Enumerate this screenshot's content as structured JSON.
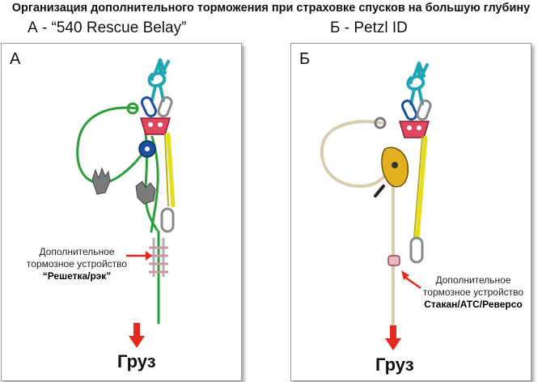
{
  "title": "Организация дополнительного торможения при страховке спусков на большую глубину",
  "left": {
    "subtitle": "А - “540 Rescue Belay”",
    "panel_letter": "А",
    "note_line1": "Дополнительное",
    "note_line2": "тормозное устройство",
    "note_device": "“Решетка/рэк”",
    "load_label": "Груз"
  },
  "right": {
    "subtitle": "Б - Petzl ID",
    "panel_letter": "Б",
    "note_line1": "Дополнительное",
    "note_line2": "тормозное устройство",
    "note_device": "Стакан/АТС/Реверсо",
    "load_label": "Груз"
  },
  "colors": {
    "rope_green": "#2e9e3a",
    "rope_beige": "#d9cdb0",
    "anchor_teal": "#1fa6b2",
    "sling_yellow": "#e3dd1a",
    "pulley_pink": "#e0465e",
    "arrow_red": "#e42a1e",
    "device_yellow": "#e0b020"
  }
}
